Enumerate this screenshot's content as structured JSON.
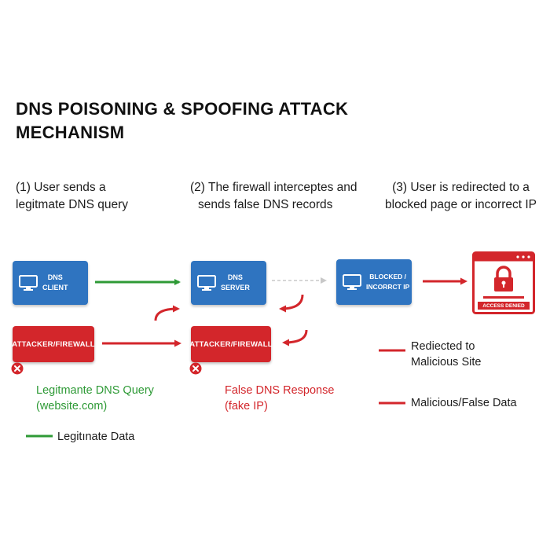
{
  "title": [
    "DNS POISONING & SPOOFING ATTACK",
    "MECHANISM"
  ],
  "steps": [
    {
      "lines": [
        "(1) User sends a",
        "legitmate DNS query"
      ]
    },
    {
      "lines": [
        "(2) The firewall interceptes and",
        "sends false DNS records"
      ]
    },
    {
      "lines": [
        "(3) User is redirected to a",
        "blocked page or incorrect IP"
      ]
    }
  ],
  "nodes": {
    "dns_client": [
      "DNS",
      "CLIENT"
    ],
    "dns_server": [
      "DNS",
      "SERVER"
    ],
    "blocked": [
      "BLOCKED /",
      "INCORRCT IP"
    ],
    "attacker_1": "ATTACKER/FIREWALL",
    "attacker_2": "ATTACKER/FIREWALL",
    "access_denied": "ACCESS DENIED"
  },
  "captions": {
    "legit_query": [
      "Legitmante DNS Query",
      "(website.com)"
    ],
    "false_response": [
      "False DNS Response",
      "(fake IP)"
    ]
  },
  "legend": {
    "redirected": [
      "Rediected to",
      "Malicious Site"
    ],
    "malicious": "Malicious/False Data",
    "legitimate": "Legitınate Data"
  },
  "colors": {
    "blue": "#2f74c0",
    "red": "#d3262b",
    "green": "#2e9a36",
    "gray": "#c8c8c8"
  },
  "icons": {
    "monitor": "monitor-icon",
    "lock": "lock-icon",
    "error": "x-circle-icon"
  }
}
